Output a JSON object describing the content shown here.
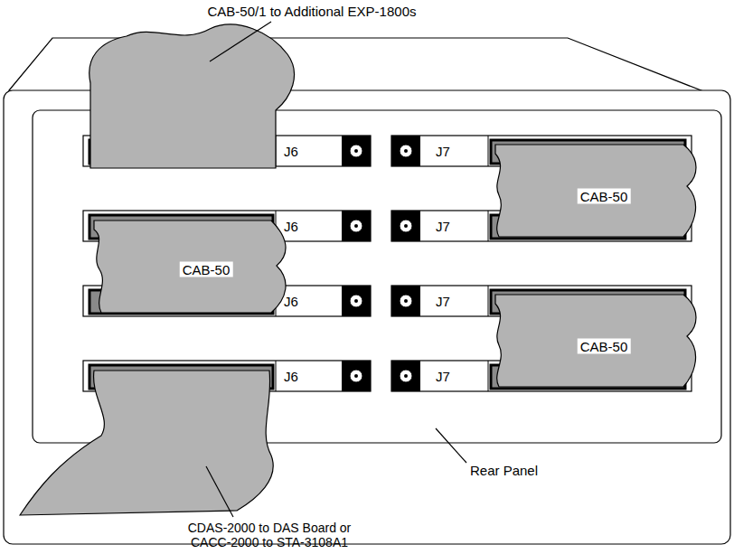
{
  "diagram": {
    "labels": [
      "CAB-50/1 to Additional EXP-1800s",
      "J6",
      "J7",
      "CAB-50",
      "J6",
      "CAB-50",
      "J7",
      "J6",
      "J7",
      "CAB-50",
      "J6",
      "J7",
      "Rear Panel",
      "CDAS-2000 to DAS Board or CACC-2000 to STA-3108A1"
    ]
  }
}
